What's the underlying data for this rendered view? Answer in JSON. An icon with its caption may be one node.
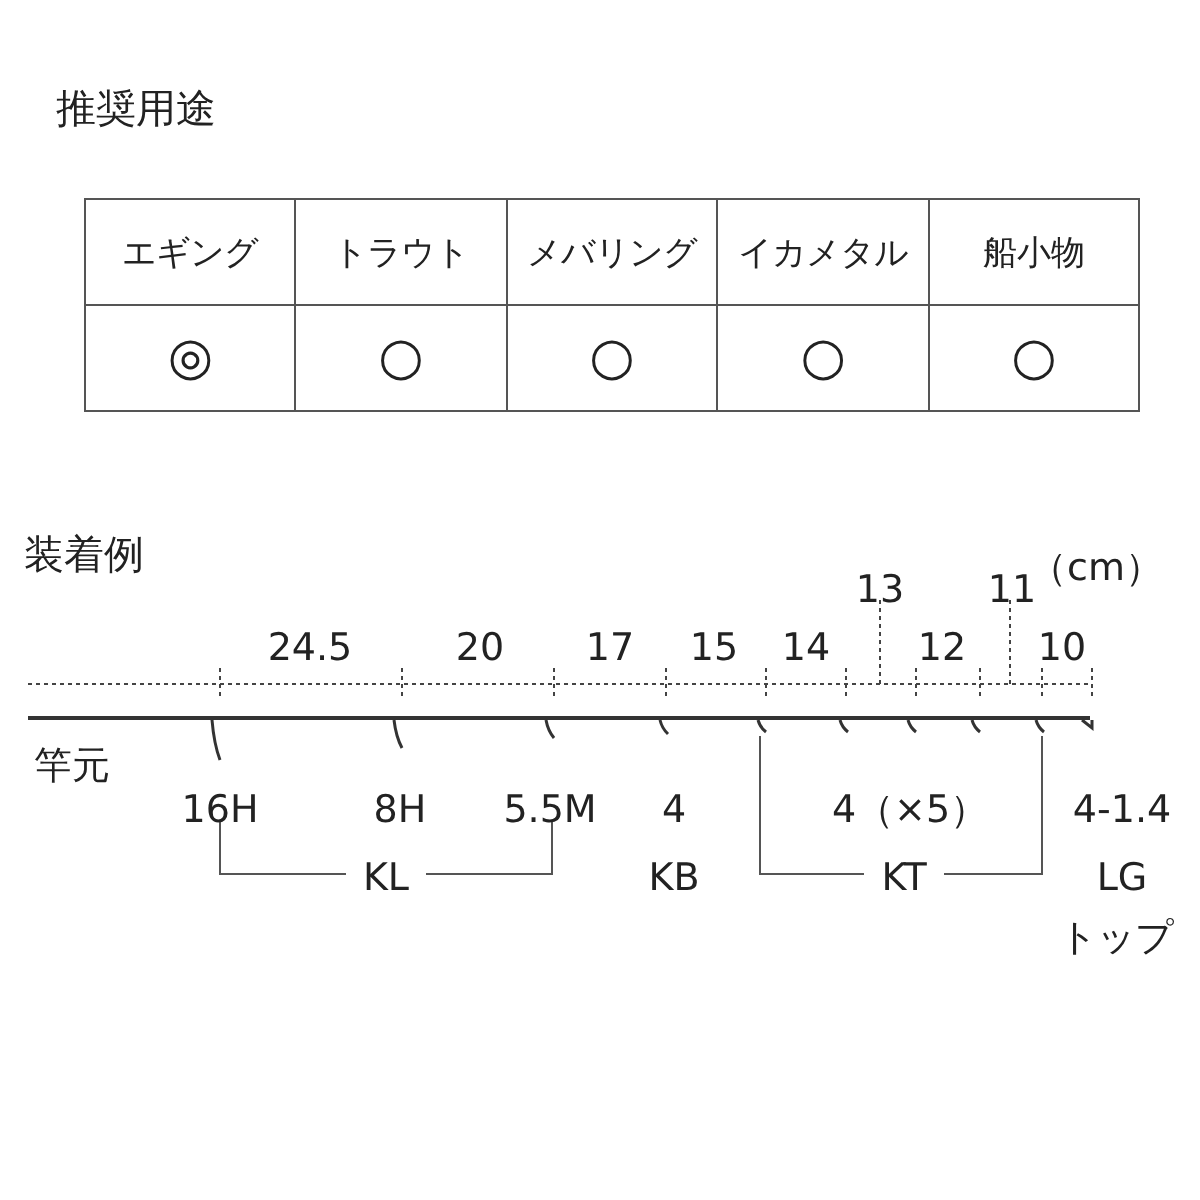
{
  "diagram": {
    "labels": [
      "推奨用途",
      "エギング",
      "トラウト",
      "メバリング",
      "イカメタル",
      "船小物",
      "◎",
      "○",
      "○",
      "○",
      "○",
      "装着例",
      "（cm）",
      "13",
      "11",
      "24.5",
      "20",
      "17",
      "15",
      "14",
      "12",
      "10",
      "竿元",
      "16H",
      "8H",
      "5.5M",
      "4",
      "4（×5）",
      "4-1.4",
      "KL",
      "KB",
      "KT",
      "LG",
      "トップ"
    ]
  }
}
